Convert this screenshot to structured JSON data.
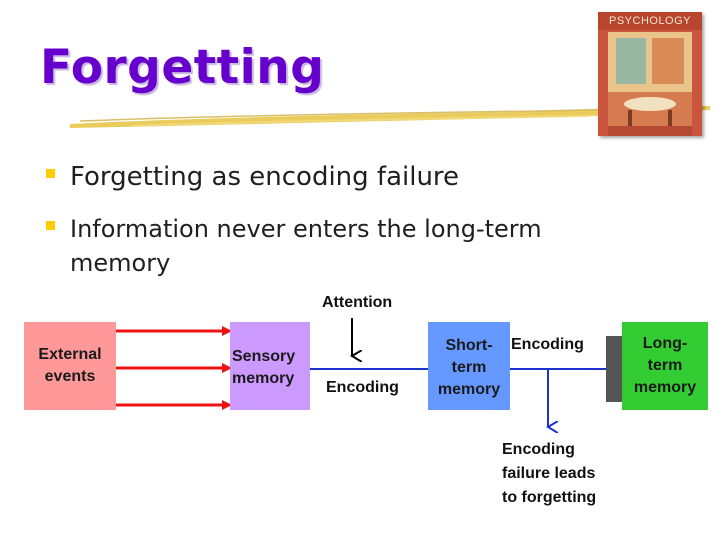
{
  "title": "Forgetting",
  "cover": {
    "title": "PSYCHOLOGY"
  },
  "bullets": [
    {
      "text": "Forgetting as encoding failure"
    },
    {
      "line1": "Information never enters the long-term",
      "line2": "memory"
    }
  ],
  "diagram": {
    "external": {
      "line1": "External",
      "line2": "events"
    },
    "sensory": {
      "line1": "Sensory",
      "line2": "memory"
    },
    "short_term": {
      "line1": "Short-",
      "line2": "term",
      "line3": "memory"
    },
    "long_term": {
      "line1": "Long-",
      "line2": "term",
      "line3": "memory"
    },
    "attention_label": "Attention",
    "encoding_label_1": "Encoding",
    "encoding_label_2": "Encoding",
    "failure_note": {
      "line1": "Encoding",
      "line2": "failure leads",
      "line3": "to forgetting"
    },
    "colors": {
      "external_box": "#ff9999",
      "sensory_box": "#cc99ff",
      "short_term_box": "#6699ff",
      "long_term_box": "#33cc33",
      "red_arrows": "#ee1111",
      "blue_arrow": "#1a33cc",
      "gate": "#555555"
    }
  }
}
